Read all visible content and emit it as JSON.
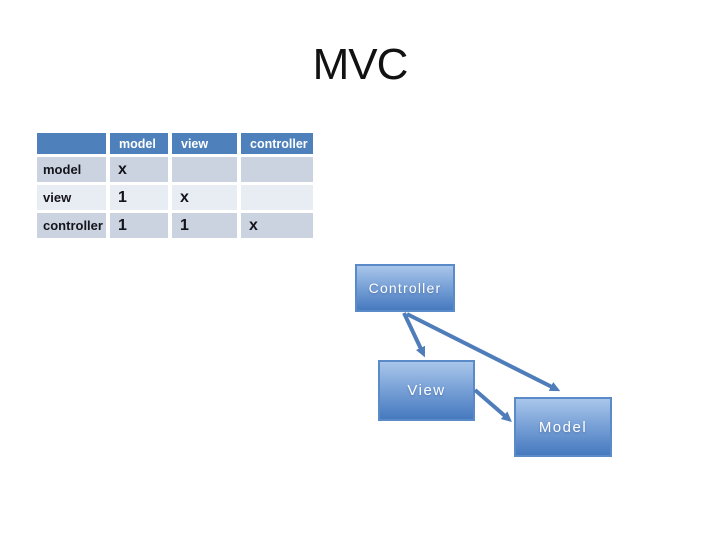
{
  "slide": {
    "title": "MVC"
  },
  "matrix": {
    "column_headers": [
      "",
      "model",
      "view",
      "controller"
    ],
    "rows": [
      {
        "label": "model",
        "cells": [
          "x",
          "",
          ""
        ]
      },
      {
        "label": "view",
        "cells": [
          "1",
          "x",
          ""
        ]
      },
      {
        "label": "controller",
        "cells": [
          "1",
          "1",
          "x"
        ]
      }
    ]
  },
  "diagram": {
    "nodes": [
      {
        "id": "controller",
        "label": "Controller"
      },
      {
        "id": "view",
        "label": "View"
      },
      {
        "id": "model",
        "label": "Model"
      }
    ],
    "connections": [
      {
        "from": "controller",
        "to": "view"
      },
      {
        "from": "controller",
        "to": "model"
      },
      {
        "from": "view",
        "to": "model"
      }
    ]
  },
  "colors": {
    "background": "#FFFFFF",
    "title_text": "#121212",
    "table_header_bg": "#4E81BB",
    "table_header_text": "#FFFFFF",
    "table_band_dark": "#CBD3E1",
    "table_band_light": "#E8ECF3",
    "table_text": "#14141A",
    "box_border": "#5B8AC9",
    "box_gradient_top": "#A9C6EA",
    "box_gradient_bottom": "#4679BF",
    "box_text": "#FFFFFF",
    "arrow": "#4E7DBA"
  }
}
